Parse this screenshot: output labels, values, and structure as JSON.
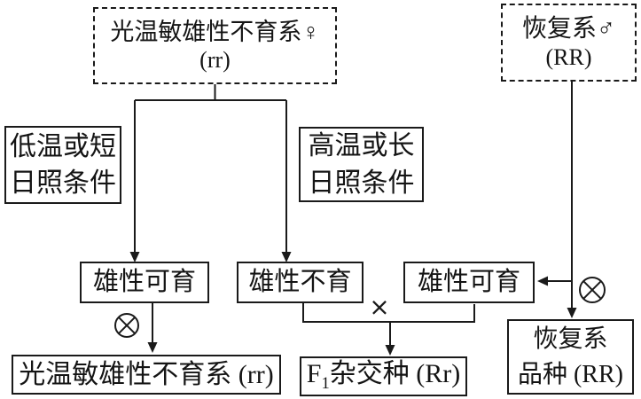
{
  "boxes": {
    "pts_sterile_line": {
      "line1": "光温敏雄性不育系♀",
      "line2": "(rr)"
    },
    "restorer_line": {
      "line1": "恢复系♂",
      "line2": "(RR)"
    },
    "low_temp_condition": {
      "line1": "低温或短",
      "line2": "日照条件"
    },
    "high_temp_condition": {
      "line1": "高温或长",
      "line2": "日照条件"
    },
    "male_fertile_left": {
      "label": "雄性可育"
    },
    "male_sterile_mid": {
      "label": "雄性不育"
    },
    "male_fertile_right": {
      "label": "雄性可育"
    },
    "pts_sterile_result": {
      "label": "光温敏雄性不育系 (rr)"
    },
    "f1_hybrid": {
      "prefix": "F",
      "subscript": "1",
      "rest": "杂交种 (Rr)"
    },
    "restorer_variety": {
      "line1": "恢复系",
      "line2": "品种 (RR)"
    }
  },
  "symbols": {
    "cross": "×",
    "self_pollination": "⊗"
  },
  "colors": {
    "line": "#1a1a1a",
    "background": "#ffffff",
    "text": "#141414"
  }
}
